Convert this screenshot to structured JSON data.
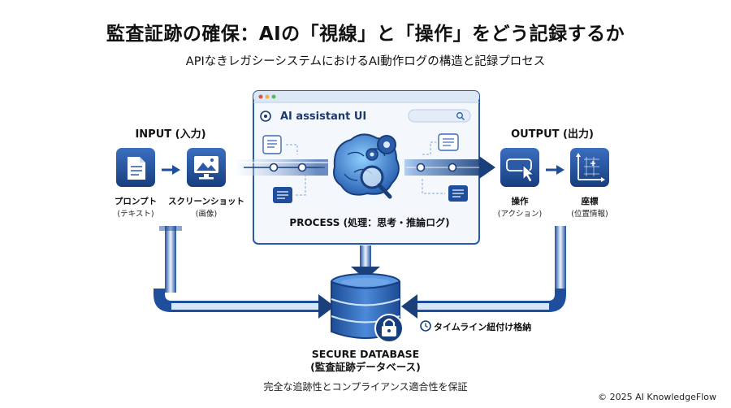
{
  "header": {
    "title": "監査証跡の確保：AIの「視線」と「操作」をどう記録するか",
    "subtitle": "APIなきレガシーシステムにおけるAI動作ログの構造と記録プロセス"
  },
  "input": {
    "label": "INPUT (入力)",
    "prompt_label": "プロンプト",
    "prompt_sub": "(テキスト)",
    "screenshot_label": "スクリーンショット",
    "screenshot_sub": "(画像)"
  },
  "process": {
    "window_title": "AI assistant UI",
    "label": "PROCESS (処理：思考・推論ログ)"
  },
  "output": {
    "label": "OUTPUT (出力)",
    "action_label": "操作",
    "action_sub": "(アクション)",
    "coord_label": "座標",
    "coord_sub": "(位置情報)"
  },
  "database": {
    "title": "SECURE DATABASE",
    "subtitle": "(監査証跡データベース)",
    "caption": "完全な追跡性とコンプライアンス適合性を保証",
    "timeline_label": "タイムライン紐付け格納"
  },
  "footer": {
    "copyright": "© 2025 AI KnowledgeFlow"
  },
  "colors": {
    "primary": "#2a5aa8",
    "dark": "#1a3f7a",
    "light": "#dbe9f9",
    "accent": "#3f8be0"
  }
}
